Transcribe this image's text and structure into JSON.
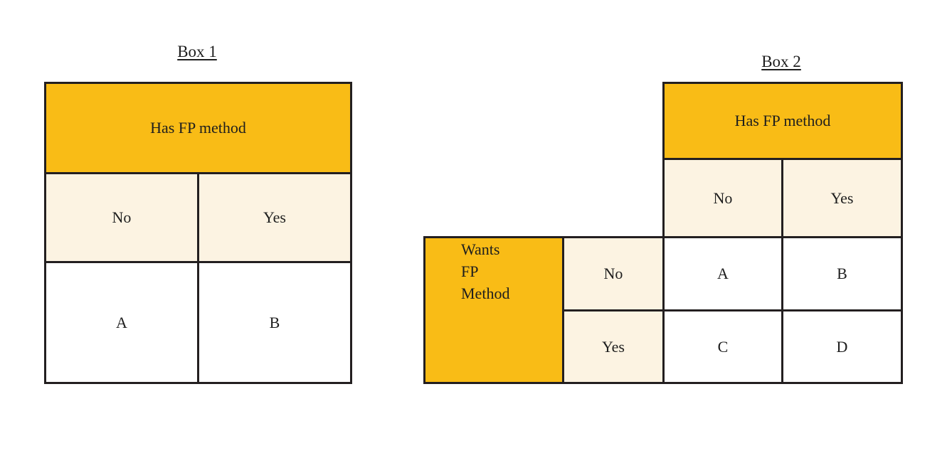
{
  "colors": {
    "header_fill": "#F9BC16",
    "subheader_fill": "#FCF3E2",
    "cell_fill": "#FFFFFF",
    "border": "#231F20",
    "text": "#1E1E1E"
  },
  "box1": {
    "title": "Box 1",
    "header": "Has FP method",
    "column_labels": [
      "No",
      "Yes"
    ],
    "cells": [
      "A",
      "B"
    ]
  },
  "box2": {
    "title": "Box 2",
    "column_header": "Has FP method",
    "column_labels": [
      "No",
      "Yes"
    ],
    "row_header_lines": [
      "Wants",
      "FP",
      "Method"
    ],
    "row_labels": [
      "No",
      "Yes"
    ],
    "cells": [
      [
        "A",
        "B"
      ],
      [
        "C",
        "D"
      ]
    ]
  }
}
